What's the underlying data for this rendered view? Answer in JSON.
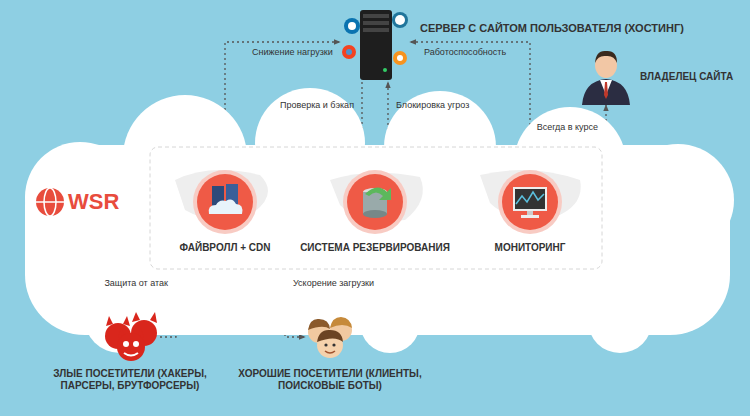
{
  "diagram": {
    "nodes": [
      {
        "text": [
          "СЕРВЕР С САЙТОМ ПОЛЬЗОВАТЕЛЯ (ХОСТИНГ)"
        ]
      },
      {
        "text": [
          "ВЛАДЕЛЕЦ САЙТА"
        ]
      },
      {
        "text": [
          "WSR"
        ]
      },
      {
        "text": [
          "ФАЙВРОЛЛ + CDN"
        ],
        "in": 2
      },
      {
        "text": [
          "СИСТЕМА РЕЗЕРВИРОВАНИЯ"
        ],
        "in": 2
      },
      {
        "text": [
          "МОНИТОРИНГ"
        ],
        "in": 2
      },
      {
        "text": [
          "ЗЛЫЕ ПОСЕТИТЕЛИ (ХАКЕРЫ, ПАРСЕРЫ, БРУТФОРСЕРЫ)"
        ]
      },
      {
        "text": [
          "ХОРОШИЕ ПОСЕТИТЕЛИ (КЛИЕНТЫ, ПОИСКОВЫЕ БОТЫ)"
        ]
      }
    ],
    "edges": [
      {
        "from": 3,
        "to": 0,
        "label": "Снижение нагрузки",
        "arrow": "both"
      },
      {
        "from": 0,
        "to": 4,
        "label": "Проверка и бэкап",
        "arrow": "to"
      },
      {
        "from": 4,
        "to": 0,
        "label": "Блокировка угроз",
        "arrow": "to"
      },
      {
        "from": 5,
        "to": 0,
        "label": "Работоспособность",
        "arrow": "both"
      },
      {
        "from": 5,
        "to": 1,
        "label": "Всегда в курсе",
        "arrow": "to"
      },
      {
        "from": 6,
        "to": 3,
        "label": "Защита от атак",
        "arrow": "to"
      },
      {
        "from": 3,
        "to": 7,
        "label": "Ускорение загрузки",
        "arrow": "to"
      }
    ]
  }
}
